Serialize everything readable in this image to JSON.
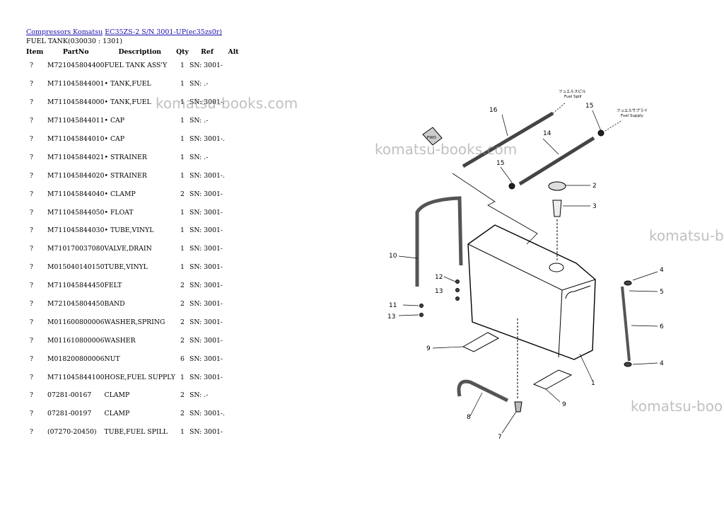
{
  "breadcrumb": {
    "link1": "Compressors Komatsu",
    "link2": "EC35ZS-2 S/N 3001-UP(ec35zs0r)"
  },
  "subtitle": "FUEL TANK(030030 : 1301)",
  "table": {
    "headers": [
      "Item",
      "PartNo",
      "Description",
      "Qty",
      "Ref",
      "Alt"
    ],
    "rows": [
      {
        "item": "?",
        "part": "M721045804400",
        "desc": "FUEL TANK ASS'Y",
        "qty": "1",
        "ref": "SN: 3001-",
        "alt": ""
      },
      {
        "item": "?",
        "part": "M711045844001",
        "desc": "• TANK,FUEL",
        "qty": "1",
        "ref": "SN: .-",
        "alt": ""
      },
      {
        "item": "?",
        "part": "M711045844000",
        "desc": "• TANK,FUEL",
        "qty": "1",
        "ref": "SN: 3001-.",
        "alt": ""
      },
      {
        "item": "?",
        "part": "M711045844011",
        "desc": "• CAP",
        "qty": "1",
        "ref": "SN: .-",
        "alt": ""
      },
      {
        "item": "?",
        "part": "M711045844010",
        "desc": "• CAP",
        "qty": "1",
        "ref": "SN: 3001-.",
        "alt": ""
      },
      {
        "item": "?",
        "part": "M711045844021",
        "desc": "• STRAINER",
        "qty": "1",
        "ref": "SN: .-",
        "alt": ""
      },
      {
        "item": "?",
        "part": "M711045844020",
        "desc": "• STRAINER",
        "qty": "1",
        "ref": "SN: 3001-.",
        "alt": ""
      },
      {
        "item": "?",
        "part": "M711045844040",
        "desc": "• CLAMP",
        "qty": "2",
        "ref": "SN: 3001-",
        "alt": ""
      },
      {
        "item": "?",
        "part": "M711045844050",
        "desc": "• FLOAT",
        "qty": "1",
        "ref": "SN: 3001-",
        "alt": ""
      },
      {
        "item": "?",
        "part": "M711045844030",
        "desc": "• TUBE,VINYL",
        "qty": "1",
        "ref": "SN: 3001-",
        "alt": ""
      },
      {
        "item": "?",
        "part": "M710170037080",
        "desc": "VALVE,DRAIN",
        "qty": "1",
        "ref": "SN: 3001-",
        "alt": ""
      },
      {
        "item": "?",
        "part": "M015040140150",
        "desc": "TUBE,VINYL",
        "qty": "1",
        "ref": "SN: 3001-",
        "alt": ""
      },
      {
        "item": "?",
        "part": "M711045844450",
        "desc": "FELT",
        "qty": "2",
        "ref": "SN: 3001-",
        "alt": ""
      },
      {
        "item": "?",
        "part": "M721045804450",
        "desc": "BAND",
        "qty": "2",
        "ref": "SN: 3001-",
        "alt": ""
      },
      {
        "item": "?",
        "part": "M011600800006",
        "desc": "WASHER,SPRING",
        "qty": "2",
        "ref": "SN: 3001-",
        "alt": ""
      },
      {
        "item": "?",
        "part": "M011610800006",
        "desc": "WASHER",
        "qty": "2",
        "ref": "SN: 3001-",
        "alt": ""
      },
      {
        "item": "?",
        "part": "M018200800006",
        "desc": "NUT",
        "qty": "6",
        "ref": "SN: 3001-",
        "alt": ""
      },
      {
        "item": "?",
        "part": "M711045844100",
        "desc": "HOSE,FUEL SUPPLY",
        "qty": "1",
        "ref": "SN: 3001-",
        "alt": ""
      },
      {
        "item": "?",
        "part": "07281-00167",
        "desc": "CLAMP",
        "qty": "2",
        "ref": "SN: .-",
        "alt": ""
      },
      {
        "item": "?",
        "part": "07281-00197",
        "desc": "CLAMP",
        "qty": "2",
        "ref": "SN: 3001-.",
        "alt": ""
      },
      {
        "item": "?",
        "part": "(07270-20450)",
        "desc": "TUBE,FUEL SPILL",
        "qty": "1",
        "ref": "SN: 3001-",
        "alt": ""
      }
    ]
  },
  "watermark": "komatsu-books.com",
  "diagram": {
    "spill_jp": "フュエルスピル",
    "spill_en": "Fuel Spill",
    "supply_jp": "フュエルサプライ",
    "supply_en": "Fuel Supply",
    "fwd_label": "FWD",
    "callouts": [
      "1",
      "2",
      "3",
      "4",
      "4",
      "5",
      "6",
      "7",
      "8",
      "9",
      "9",
      "10",
      "11",
      "12",
      "13",
      "13",
      "14",
      "15",
      "15",
      "16"
    ]
  }
}
